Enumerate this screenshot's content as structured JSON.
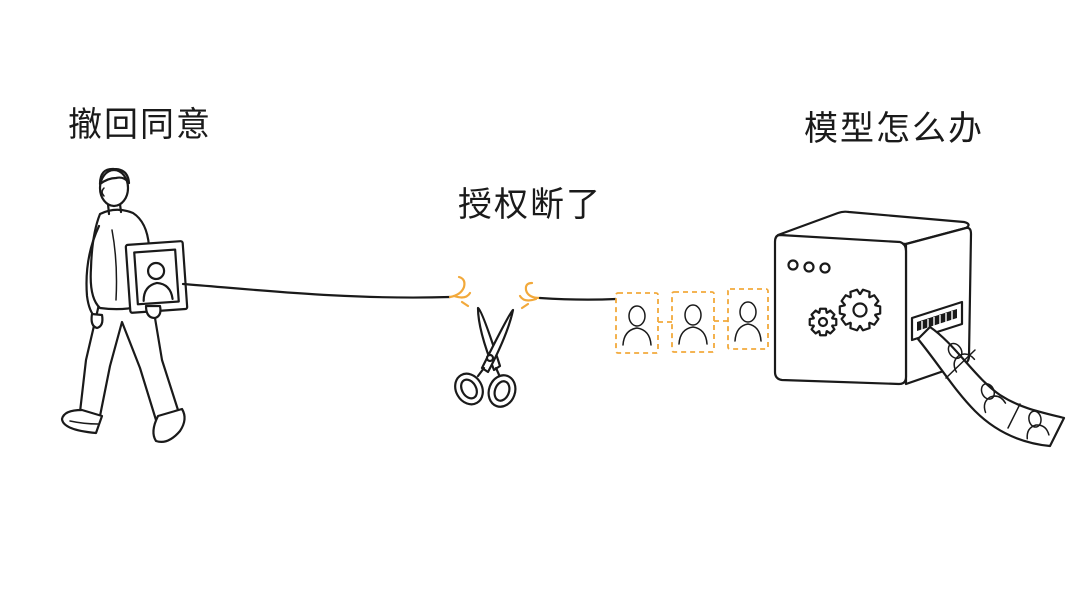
{
  "captions": {
    "withdraw_consent": "撤回同意",
    "authorization_cut": "授权断了",
    "model_question": "模型怎么办"
  },
  "colors": {
    "ink": "#1a1a1a",
    "accent": "#F2A93B",
    "background": "#ffffff"
  },
  "icons": {
    "person": "walking-person-icon",
    "frame": "portrait-frame-icon",
    "cutter": "scissors-icon",
    "photo": "portrait-icon",
    "machine": "machine-icon",
    "gear": "gear-icon",
    "output": "photo-strip-icon"
  }
}
